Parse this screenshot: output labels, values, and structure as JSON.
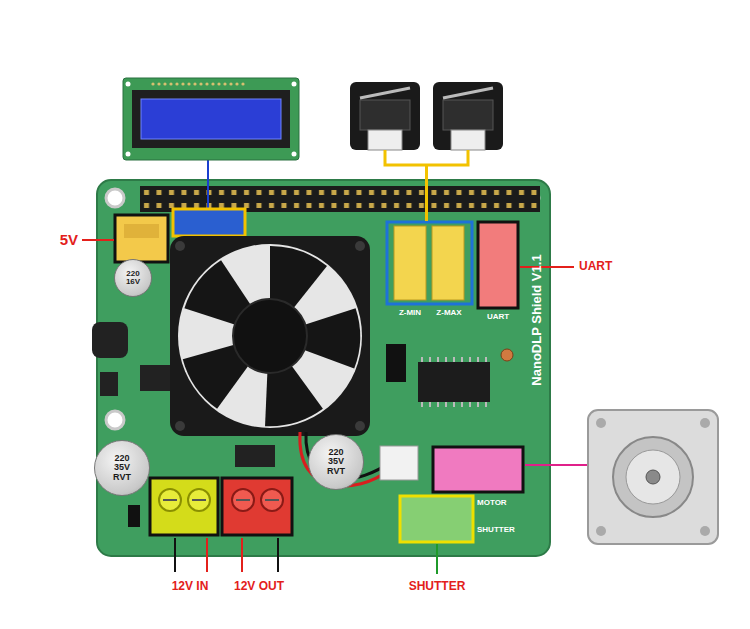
{
  "diagram": {
    "nodes": [
      {
        "text": [
          "NanoDLP Shield V1.1"
        ]
      },
      {
        "text": [
          "220 16V"
        ],
        "in": 0
      },
      {
        "text": [
          "220 35V RVT"
        ],
        "in": 0
      },
      {
        "text": [
          "220 35V RVT"
        ],
        "in": 0
      }
    ],
    "labels": [
      "5V",
      "UART",
      "Z-MIN",
      "Z-MAX",
      "UART",
      "MOTOR",
      "SHUTTER",
      "12V IN",
      "12V OUT",
      "SHUTTER"
    ]
  }
}
